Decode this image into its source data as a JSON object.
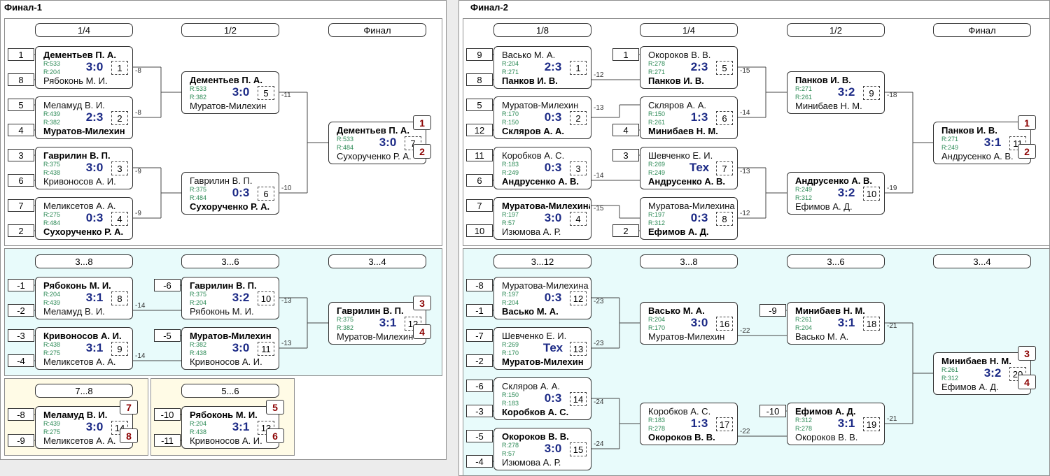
{
  "panels": {
    "f1": "Финал-1",
    "f2": "Финал-2"
  },
  "rounds": {
    "r14": "1/4",
    "r12": "1/2",
    "fin": "Финал",
    "s38": "3...8",
    "s36": "3...6",
    "s34": "3...4",
    "s78": "7...8",
    "s56": "5...6",
    "r18": "1/8",
    "s312": "3...12"
  },
  "seeds": {
    "f1": [
      "1",
      "8",
      "5",
      "4",
      "3",
      "6",
      "7",
      "2",
      "-1",
      "-2",
      "-3",
      "-4",
      "-6",
      "-5",
      "-8",
      "-9",
      "-10",
      "-11"
    ],
    "f2": [
      "9",
      "8",
      "5",
      "12",
      "11",
      "6",
      "7",
      "10",
      "1",
      "4",
      "3",
      "2",
      "-8",
      "-1",
      "-7",
      "-2",
      "-6",
      "-3",
      "-5",
      "-4",
      "-9",
      "-10"
    ]
  },
  "feeders": [
    "-8",
    "-8",
    "-9",
    "-9",
    "-11",
    "-10",
    "-14",
    "-14",
    "-13",
    "-13",
    "-12",
    "-13",
    "-14",
    "-15",
    "-15",
    "-14",
    "-13",
    "-12",
    "-18",
    "-19",
    "-23",
    "-23",
    "-24",
    "-24",
    "-22",
    "-22",
    "-21",
    "-21"
  ],
  "matches": [
    {
      "p1": "Дементьев П. А.",
      "p2": "Рябоконь М. И.",
      "r1": "R:533",
      "r2": "R:204",
      "score": "3:0",
      "num": "1",
      "w": 1
    },
    {
      "p1": "Меламуд В. И.",
      "p2": "Муратов-Милехин",
      "r1": "R:439",
      "r2": "R:382",
      "score": "2:3",
      "num": "2",
      "w": 2
    },
    {
      "p1": "Гаврилин В. П.",
      "p2": "Кривоносов А. И.",
      "r1": "R:375",
      "r2": "R:438",
      "score": "3:0",
      "num": "3",
      "w": 1
    },
    {
      "p1": "Меликсетов А. А.",
      "p2": "Сухорученко Р. А.",
      "r1": "R:275",
      "r2": "R:484",
      "score": "0:3",
      "num": "4",
      "w": 2
    },
    {
      "p1": "Дементьев П. А.",
      "p2": "Муратов-Милехин",
      "r1": "R:533",
      "r2": "R:382",
      "score": "3:0",
      "num": "5",
      "w": 1
    },
    {
      "p1": "Гаврилин В. П.",
      "p2": "Сухорученко Р. А.",
      "r1": "R:375",
      "r2": "R:484",
      "score": "0:3",
      "num": "6",
      "w": 2
    },
    {
      "p1": "Дементьев П. А.",
      "p2": "Сухорученко Р. А.",
      "r1": "R:533",
      "r2": "R:484",
      "score": "3:0",
      "num": "7",
      "w": 1,
      "pl1": "1",
      "pl2": "2"
    },
    {
      "p1": "Рябоконь М. И.",
      "p2": "Меламуд В. И.",
      "r1": "R:204",
      "r2": "R:439",
      "score": "3:1",
      "num": "8",
      "w": 1
    },
    {
      "p1": "Кривоносов А. И.",
      "p2": "Меликсетов А. А.",
      "r1": "R:438",
      "r2": "R:275",
      "score": "3:1",
      "num": "9",
      "w": 1
    },
    {
      "p1": "Гаврилин В. П.",
      "p2": "Рябоконь М. И.",
      "r1": "R:375",
      "r2": "R:204",
      "score": "3:2",
      "num": "10",
      "w": 1
    },
    {
      "p1": "Муратов-Милехин",
      "p2": "Кривоносов А. И.",
      "r1": "R:382",
      "r2": "R:438",
      "score": "3:0",
      "num": "11",
      "w": 1
    },
    {
      "p1": "Гаврилин В. П.",
      "p2": "Муратов-Милехин",
      "r1": "R:375",
      "r2": "R:382",
      "score": "3:1",
      "num": "12",
      "w": 1,
      "pl1": "3",
      "pl2": "4"
    },
    {
      "p1": "Меламуд В. И.",
      "p2": "Меликсетов А. А.",
      "r1": "R:439",
      "r2": "R:275",
      "score": "3:0",
      "num": "14",
      "w": 1,
      "pl1": "7",
      "pl2": "8"
    },
    {
      "p1": "Рябоконь М. И.",
      "p2": "Кривоносов А. И.",
      "r1": "R:204",
      "r2": "R:438",
      "score": "3:1",
      "num": "13",
      "w": 1,
      "pl1": "5",
      "pl2": "6"
    },
    {
      "p1": "Васько М. А.",
      "p2": "Панков И. В.",
      "r1": "R:204",
      "r2": "R:271",
      "score": "2:3",
      "num": "1",
      "w": 2
    },
    {
      "p1": "Муратов-Милехин",
      "p2": "Скляров А. А.",
      "r1": "R:170",
      "r2": "R:150",
      "score": "0:3",
      "num": "2",
      "w": 2
    },
    {
      "p1": "Коробков А. С.",
      "p2": "Андрусенко А. В.",
      "r1": "R:183",
      "r2": "R:249",
      "score": "0:3",
      "num": "3",
      "w": 2
    },
    {
      "p1": "Муратова-Милехина",
      "p2": "Изюмова А. Р.",
      "r1": "R:197",
      "r2": "R:57",
      "score": "3:0",
      "num": "4",
      "w": 1
    },
    {
      "p1": "Окороков В. В.",
      "p2": "Панков И. В.",
      "r1": "R:278",
      "r2": "R:271",
      "score": "2:3",
      "num": "5",
      "w": 2
    },
    {
      "p1": "Скляров А. А.",
      "p2": "Минибаев Н. М.",
      "r1": "R:150",
      "r2": "R:261",
      "score": "1:3",
      "num": "6",
      "w": 2
    },
    {
      "p1": "Шевченко Е. И.",
      "p2": "Андрусенко А. В.",
      "r1": "R:269",
      "r2": "R:249",
      "score": "Тех",
      "num": "7",
      "w": 2
    },
    {
      "p1": "Муратова-Милехина",
      "p2": "Ефимов А. Д.",
      "r1": "R:197",
      "r2": "R:312",
      "score": "0:3",
      "num": "8",
      "w": 2
    },
    {
      "p1": "Панков И. В.",
      "p2": "Минибаев Н. М.",
      "r1": "R:271",
      "r2": "R:261",
      "score": "3:2",
      "num": "9",
      "w": 1
    },
    {
      "p1": "Андрусенко А. В.",
      "p2": "Ефимов А. Д.",
      "r1": "R:249",
      "r2": "R:312",
      "score": "3:2",
      "num": "10",
      "w": 1
    },
    {
      "p1": "Панков И. В.",
      "p2": "Андрусенко А. В.",
      "r1": "R:271",
      "r2": "R:249",
      "score": "3:1",
      "num": "11",
      "w": 1,
      "pl1": "1",
      "pl2": "2"
    },
    {
      "p1": "Муратова-Милехина",
      "p2": "Васько М. А.",
      "r1": "R:197",
      "r2": "R:204",
      "score": "0:3",
      "num": "12",
      "w": 2
    },
    {
      "p1": "Шевченко Е. И.",
      "p2": "Муратов-Милехин",
      "r1": "R:269",
      "r2": "R:170",
      "score": "Тех",
      "num": "13",
      "w": 2
    },
    {
      "p1": "Скляров А. А.",
      "p2": "Коробков А. С.",
      "r1": "R:150",
      "r2": "R:183",
      "score": "0:3",
      "num": "14",
      "w": 2
    },
    {
      "p1": "Окороков В. В.",
      "p2": "Изюмова А. Р.",
      "r1": "R:278",
      "r2": "R:57",
      "score": "3:0",
      "num": "15",
      "w": 1
    },
    {
      "p1": "Васько М. А.",
      "p2": "Муратов-Милехин",
      "r1": "R:204",
      "r2": "R:170",
      "score": "3:0",
      "num": "16",
      "w": 1
    },
    {
      "p1": "Коробков А. С.",
      "p2": "Окороков В. В.",
      "r1": "R:183",
      "r2": "R:278",
      "score": "1:3",
      "num": "17",
      "w": 2
    },
    {
      "p1": "Минибаев Н. М.",
      "p2": "Васько М. А.",
      "r1": "R:261",
      "r2": "R:204",
      "score": "3:1",
      "num": "18",
      "w": 1
    },
    {
      "p1": "Ефимов А. Д.",
      "p2": "Окороков В. В.",
      "r1": "R:312",
      "r2": "R:278",
      "score": "3:1",
      "num": "19",
      "w": 1
    },
    {
      "p1": "Минибаев Н. М.",
      "p2": "Ефимов А. Д.",
      "r1": "R:261",
      "r2": "R:312",
      "score": "3:2",
      "num": "20",
      "w": 1,
      "pl1": "3",
      "pl2": "4"
    }
  ]
}
